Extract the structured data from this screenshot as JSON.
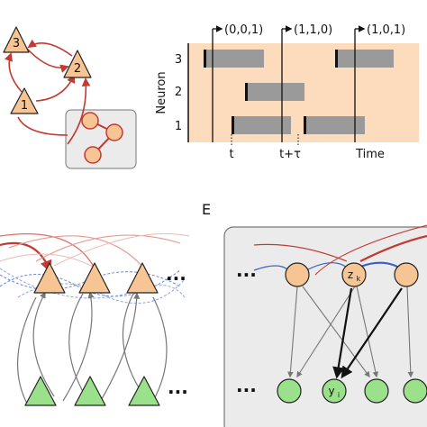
{
  "network": {
    "neurons": [
      {
        "id": "n3",
        "label": "3"
      },
      {
        "id": "n2",
        "label": "2"
      },
      {
        "id": "n1",
        "label": "1"
      }
    ]
  },
  "raster": {
    "ylabel": "Neuron",
    "rows": [
      "3",
      "2",
      "1"
    ],
    "states": [
      "(0,0,1)",
      "(1,1,0)",
      "(1,0,1)"
    ],
    "xticks": [
      "t",
      "t+τ"
    ],
    "xlabel": "Time"
  },
  "panel_e": {
    "label": "E",
    "node_zk": "z",
    "node_zk_sub": "k",
    "node_yi": "y",
    "node_yi_sub": "i"
  },
  "ellipsis": "···",
  "colors": {
    "excitatory": "#f7c593",
    "inhibitory": "#9be08a",
    "raster_bg": "#fcdcbc",
    "bar": "#9a9a9a",
    "arrow_red": "#c23a32",
    "arrow_blue": "#3a5fc9",
    "box_gray": "#ebebeb"
  }
}
